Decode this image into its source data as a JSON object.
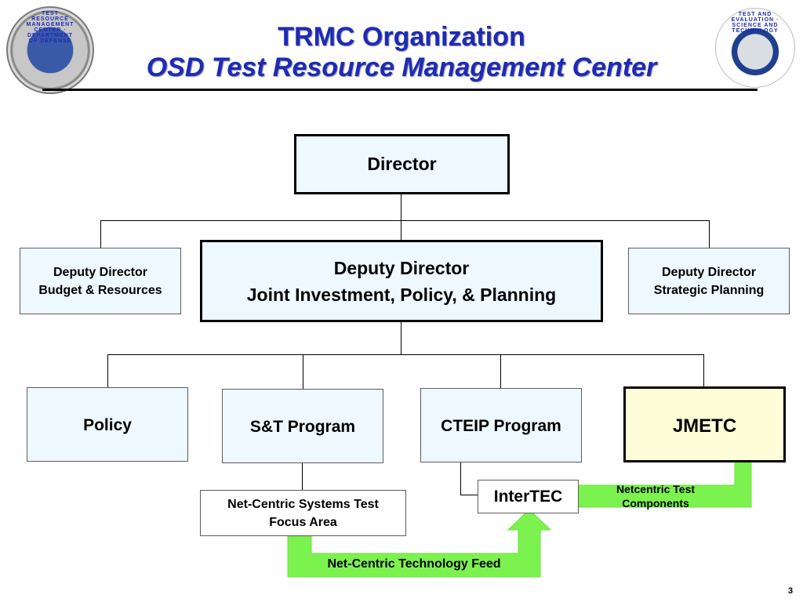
{
  "header": {
    "title_line1": "TRMC Organization",
    "title_line2": "OSD Test Resource Management Center",
    "left_seal_text": "TEST RESOURCE MANAGEMENT CENTER · DEPARTMENT OF DEFENSE",
    "right_seal_text": "TEST AND EVALUATION · SCIENCE AND TECHNOLOGY"
  },
  "org": {
    "director": "Director",
    "dd_budget": [
      "Deputy Director",
      "Budget & Resources"
    ],
    "dd_joint": [
      "Deputy Director",
      "Joint Investment, Policy, & Planning"
    ],
    "dd_strategic": [
      "Deputy Director",
      "Strategic Planning"
    ],
    "policy": "Policy",
    "st_program": "S&T Program",
    "cteip_program": "CTEIP Program",
    "jmetc": "JMETC",
    "net_centric": [
      "Net-Centric Systems Test",
      "Focus Area"
    ],
    "intertec": "InterTEC"
  },
  "flows": {
    "tech_feed": "Net-Centric Technology Feed",
    "test_components": [
      "Netcentric Test",
      "Components"
    ]
  },
  "colors": {
    "title": "#1d2bb5",
    "box_fill": "#eef8ff",
    "jmetc_fill": "#fdfdd8",
    "arrow": "#7cf24e"
  },
  "footer": {
    "page_number": "3"
  }
}
